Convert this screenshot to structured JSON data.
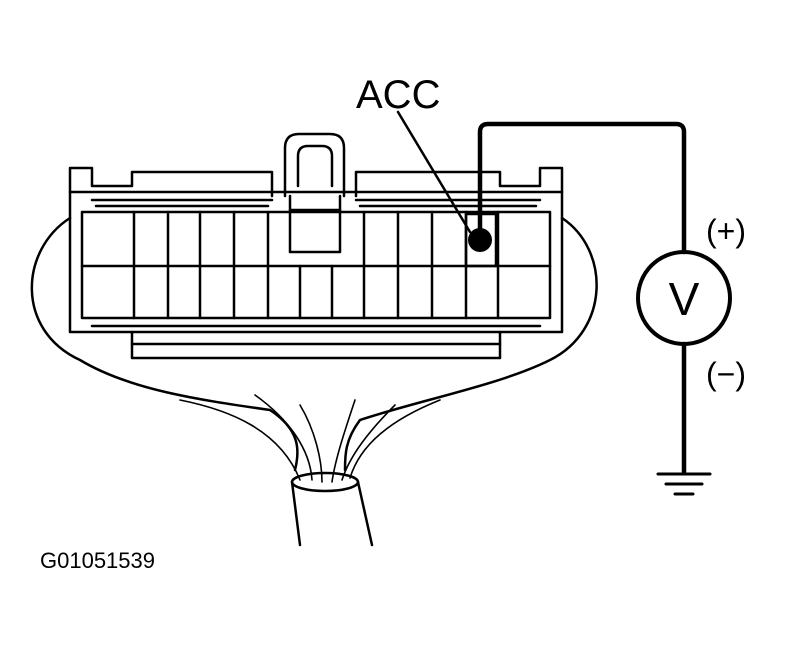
{
  "labels": {
    "terminal": "ACC",
    "positive": "(+)",
    "negative": "(−)",
    "meter": "V",
    "figure_id": "G01051539"
  },
  "colors": {
    "line": "#000000",
    "background": "#ffffff"
  },
  "icons": {
    "meter": "voltmeter-icon",
    "ground": "ground-icon"
  }
}
